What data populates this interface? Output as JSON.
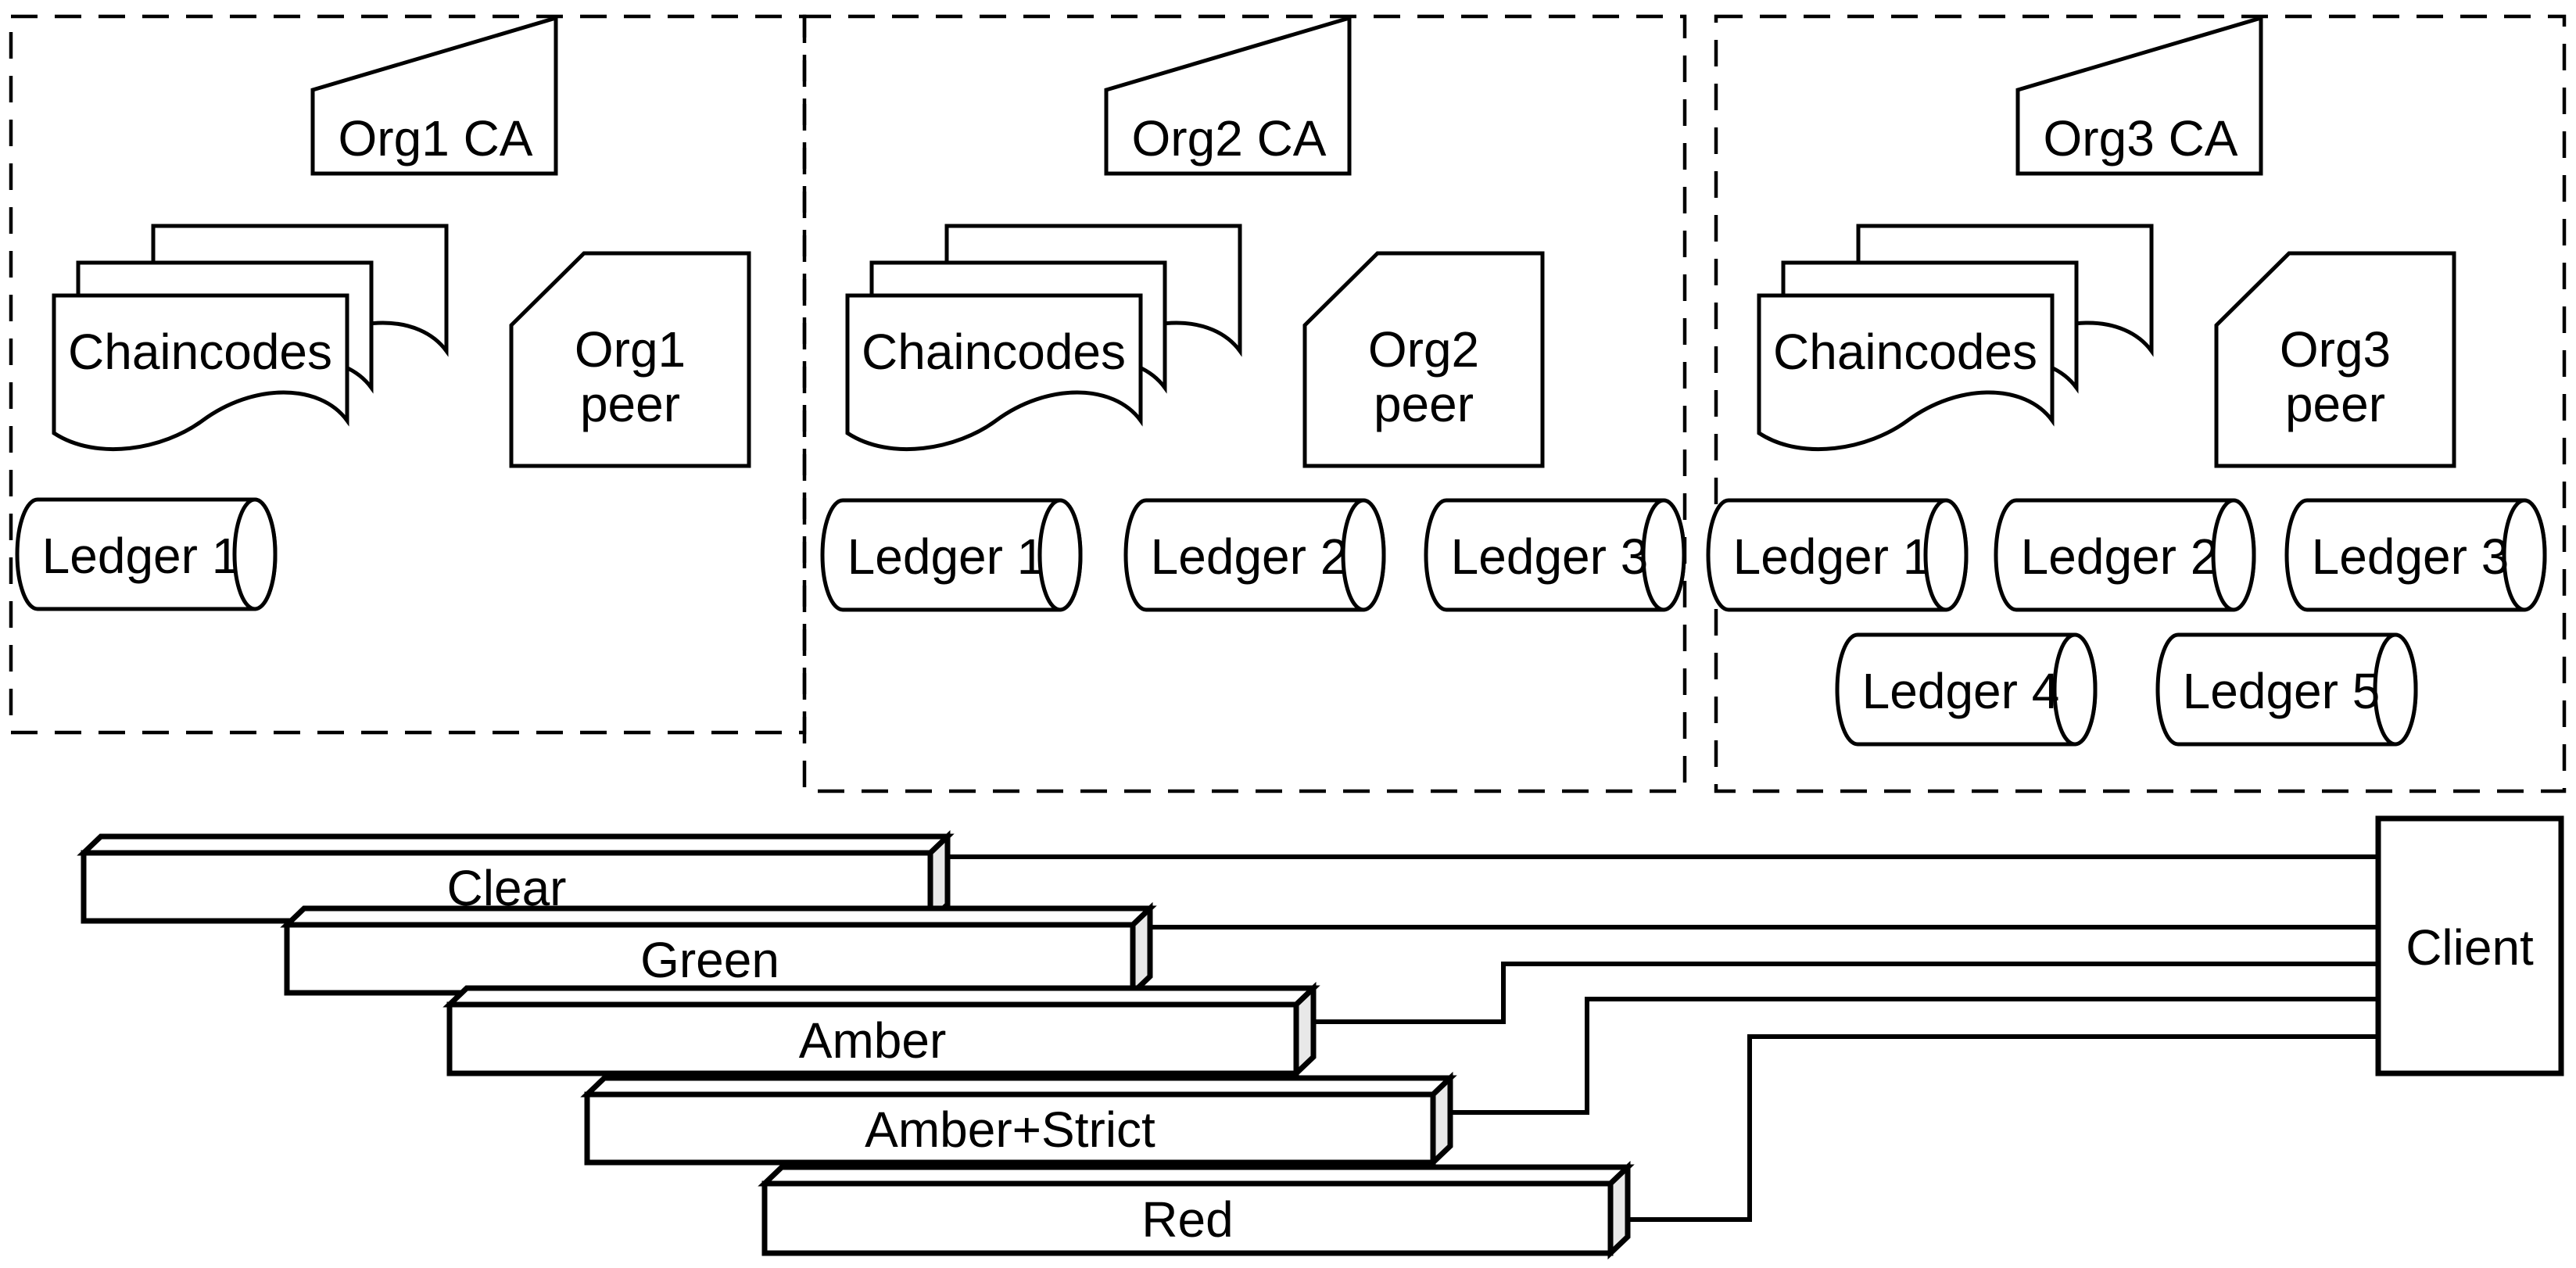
{
  "orgs": [
    {
      "ca_label": "Org1 CA",
      "chaincodes_label": "Chaincodes",
      "peer_line1": "Org1",
      "peer_line2": "peer",
      "ledgers": [
        "Ledger 1"
      ]
    },
    {
      "ca_label": "Org2 CA",
      "chaincodes_label": "Chaincodes",
      "peer_line1": "Org2",
      "peer_line2": "peer",
      "ledgers": [
        "Ledger 1",
        "Ledger 2",
        "Ledger 3"
      ]
    },
    {
      "ca_label": "Org3 CA",
      "chaincodes_label": "Chaincodes",
      "peer_line1": "Org3",
      "peer_line2": "peer",
      "ledgers": [
        "Ledger 1",
        "Ledger 2",
        "Ledger 3",
        "Ledger 4",
        "Ledger 5"
      ]
    }
  ],
  "channels": [
    {
      "label": "Clear"
    },
    {
      "label": "Green"
    },
    {
      "label": "Amber"
    },
    {
      "label": "Amber+Strict"
    },
    {
      "label": "Red"
    }
  ],
  "client": {
    "label": "Client"
  },
  "colors": {
    "line": "#000000",
    "fill": "#ffffff",
    "bar_side": "#e8e8e8"
  }
}
